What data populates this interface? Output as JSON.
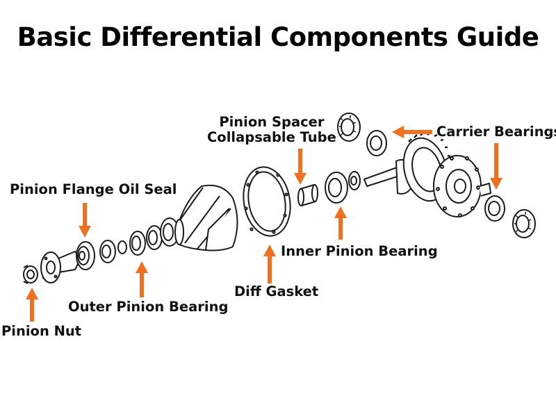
{
  "title": "Basic Differential Components Guide",
  "labels": {
    "pinion_spacer_line1": "Pinion Spacer",
    "pinion_spacer_line2": "Collapsable Tube",
    "carrier_bearings": "Carrier Bearings",
    "pinion_flange_oil_seal": "Pinion Flange Oil Seal",
    "inner_pinion_bearing": "Inner Pinion Bearing",
    "diff_gasket": "Diff Gasket",
    "outer_pinion_bearing": "Outer Pinion Bearing",
    "pinion_nut": "Pinion Nut"
  },
  "colors": {
    "arrow": "#ee7020",
    "ink": "#1a1a1a",
    "text": "#111111"
  }
}
